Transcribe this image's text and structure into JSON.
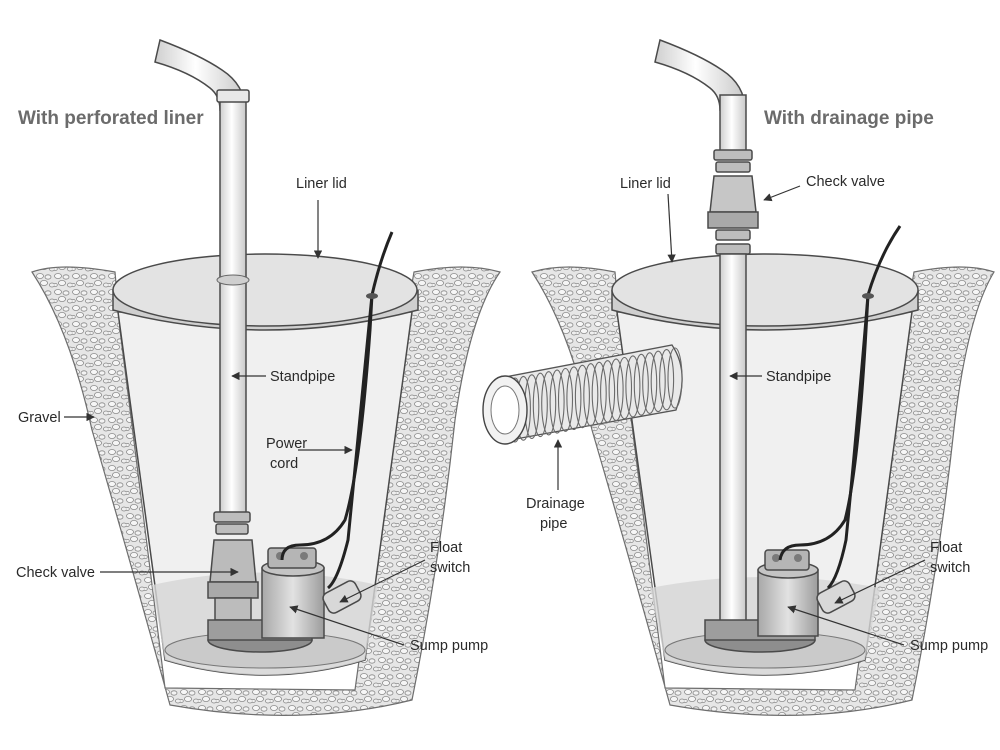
{
  "left_panel": {
    "heading": "With perforated liner",
    "labels": {
      "liner_lid": "Liner lid",
      "standpipe": "Standpipe",
      "power_cord_line1": "Power",
      "power_cord_line2": "cord",
      "gravel": "Gravel",
      "check_valve": "Check valve",
      "float_switch_line1": "Float",
      "float_switch_line2": "switch",
      "sump_pump": "Sump pump"
    }
  },
  "right_panel": {
    "heading": "With drainage pipe",
    "labels": {
      "liner_lid": "Liner lid",
      "check_valve": "Check valve",
      "standpipe": "Standpipe",
      "drainage_pipe_line1": "Drainage",
      "drainage_pipe_line2": "pipe",
      "float_switch_line1": "Float",
      "float_switch_line2": "switch",
      "sump_pump": "Sump pump"
    }
  },
  "colors": {
    "gravel": "#dcdcdc",
    "liner": "#eeeeee",
    "lid": "#dddddd",
    "water": "#d2d2d2",
    "outline": "#4a4a4a",
    "heading_text": "#6b6b6b"
  },
  "icons": [
    "gravel-texture",
    "standpipe",
    "check-valve",
    "sump-pump",
    "float-switch",
    "power-cord",
    "drainage-pipe"
  ]
}
